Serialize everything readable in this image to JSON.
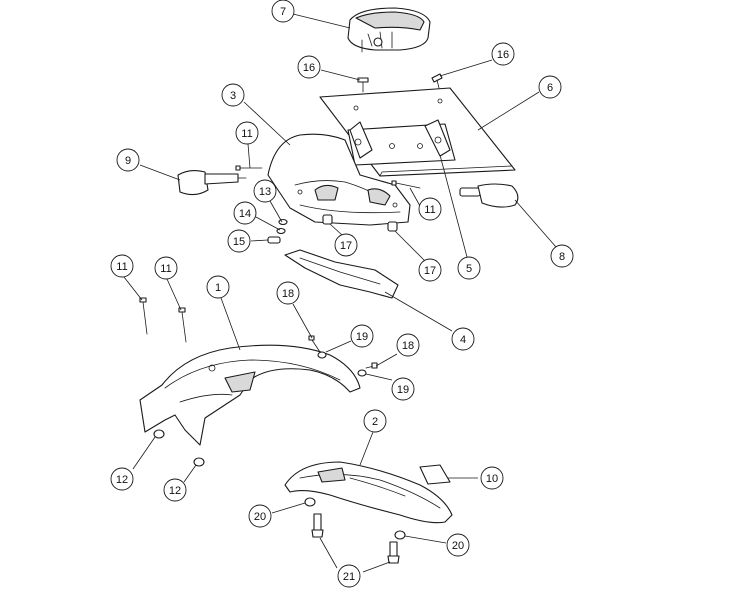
{
  "callouts": [
    {
      "label": "7"
    },
    {
      "label": "16"
    },
    {
      "label": "16"
    },
    {
      "label": "6"
    },
    {
      "label": "3"
    },
    {
      "label": "11"
    },
    {
      "label": "9"
    },
    {
      "label": "13"
    },
    {
      "label": "14"
    },
    {
      "label": "15"
    },
    {
      "label": "17"
    },
    {
      "label": "11"
    },
    {
      "label": "17"
    },
    {
      "label": "5"
    },
    {
      "label": "8"
    },
    {
      "label": "11"
    },
    {
      "label": "11"
    },
    {
      "label": "1"
    },
    {
      "label": "18"
    },
    {
      "label": "19"
    },
    {
      "label": "18"
    },
    {
      "label": "19"
    },
    {
      "label": "4"
    },
    {
      "label": "2"
    },
    {
      "label": "10"
    },
    {
      "label": "12"
    },
    {
      "label": "12"
    },
    {
      "label": "20"
    },
    {
      "label": "20"
    },
    {
      "label": "21"
    }
  ]
}
